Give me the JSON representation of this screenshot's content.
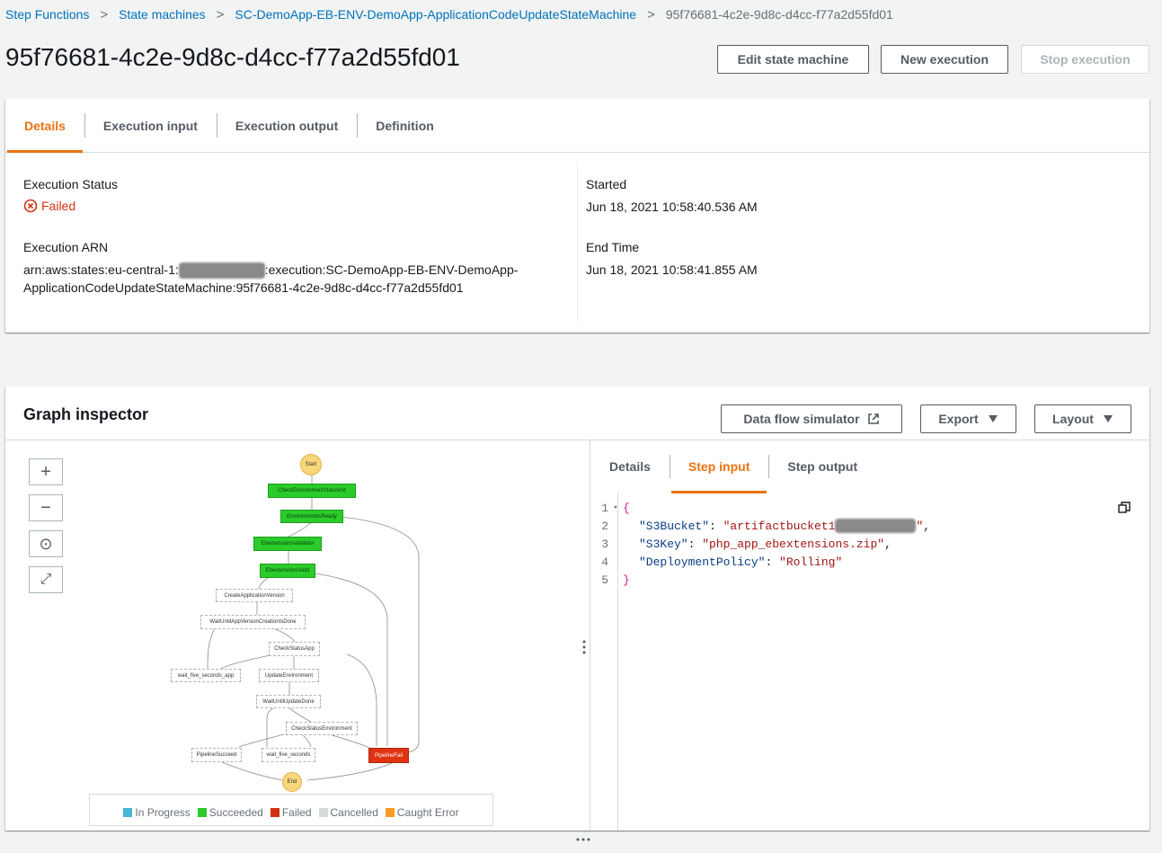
{
  "breadcrumb": {
    "step_functions": "Step Functions",
    "state_machines": "State machines",
    "machine_name": "SC-DemoApp-EB-ENV-DemoApp-ApplicationCodeUpdateStateMachine",
    "current": "95f76681-4c2e-9d8c-d4cc-f77a2d55fd01",
    "separator": ">"
  },
  "page_title": "95f76681-4c2e-9d8c-d4cc-f77a2d55fd01",
  "actions": {
    "edit": "Edit state machine",
    "new_execution": "New execution",
    "stop": "Stop execution"
  },
  "details_tabs": [
    "Details",
    "Execution input",
    "Execution output",
    "Definition"
  ],
  "details": {
    "status_label": "Execution Status",
    "status_value": "Failed",
    "arn_label": "Execution ARN",
    "arn_prefix": "arn:aws:states:eu-central-1:",
    "arn_suffix": ":execution:SC-DemoApp-EB-ENV-DemoApp-",
    "arn_line2": "ApplicationCodeUpdateStateMachine:95f76681-4c2e-9d8c-d4cc-f77a2d55fd01",
    "started_label": "Started",
    "started_value": "Jun 18, 2021 10:58:40.536 AM",
    "end_label": "End Time",
    "end_value": "Jun 18, 2021 10:58:41.855 AM"
  },
  "graph": {
    "title": "Graph inspector",
    "data_flow": "Data flow simulator",
    "export": "Export",
    "layout": "Layout",
    "zoom_in": "+",
    "zoom_out": "−",
    "center": "⊙",
    "fit": "⤢",
    "nodes": {
      "start": "Start",
      "check_init": "CheckEnvironmentStatusInit",
      "env_ready": "EnvironmentIsReady",
      "ebext_validator": "EbextensionsValidator",
      "ebext_valid": "EbextensionsValid",
      "create_app_version": "CreateApplicationVersion",
      "wait_app_version": "WaitUntilAppVersionCreationIsDone",
      "check_status_app": "CheckStatusApp",
      "wait_five_app": "wait_five_seconds_app",
      "update_env": "UpdateEnvironment",
      "wait_update": "WaitUntilUpdateDone",
      "check_status_env": "CheckStatusEnvironment",
      "pipeline_succeed": "PipelineSucceed",
      "wait_five": "wait_five_seconds",
      "pipeline_fail": "PipelineFail",
      "end": "End"
    },
    "legend": [
      {
        "label": "In Progress",
        "color": "#44b9d6"
      },
      {
        "label": "Succeeded",
        "color": "#2bcb2b"
      },
      {
        "label": "Failed",
        "color": "#d13212"
      },
      {
        "label": "Cancelled",
        "color": "#d5dbdb"
      },
      {
        "label": "Caught Error",
        "color": "#f89c24"
      }
    ]
  },
  "step_tabs": [
    "Details",
    "Step input",
    "Step output"
  ],
  "step_input": {
    "line_numbers": [
      "1",
      "2",
      "3",
      "4",
      "5"
    ],
    "fold_marker": "▾",
    "open_brace": "{",
    "close_brace": "}",
    "key1": "\"S3Bucket\"",
    "val1_start": "\"artifactbucket1",
    "val1_end": "\"",
    "key2": "\"S3Key\"",
    "val2": "\"php_app_ebextensions.zip\"",
    "key3": "\"DeploymentPolicy\"",
    "val3": "\"Rolling\"",
    "colon": ": ",
    "comma": ","
  },
  "colors": {
    "accent": "#ec7211",
    "link": "#0073bb",
    "failed": "#d13212",
    "succeeded": "#2bcb2b"
  }
}
